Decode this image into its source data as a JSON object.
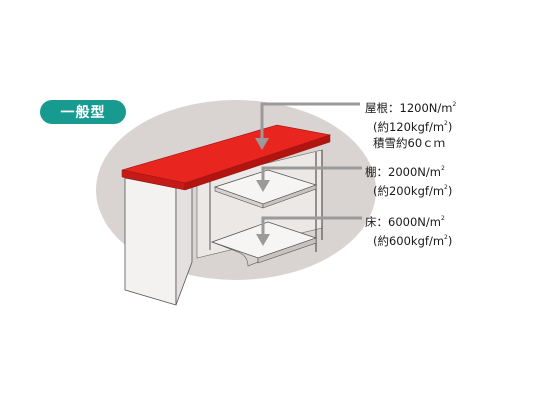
{
  "badge": {
    "label": "一般型"
  },
  "loads": {
    "roof": {
      "line1_main": "屋根：1200N/m",
      "line1_sup": "2",
      "line2_main": "(約120kgf/m",
      "line2_sup": "2",
      "line2_end": ")",
      "line3": "積雪約60ｃｍ"
    },
    "shelf": {
      "line1_main": "棚：2000N/m",
      "line1_sup": "2",
      "line2_main": "(約200kgf/m",
      "line2_sup": "2",
      "line2_end": ")"
    },
    "floor": {
      "line1_main": "床：6000N/m",
      "line1_sup": "2",
      "line2_main": "(約600kgf/m",
      "line2_sup": "2",
      "line2_end": ")"
    }
  },
  "colors": {
    "roof": "#e8261f",
    "roof_side": "#c51a15",
    "ellipse": "#d9d4d2",
    "arrow": "#9a9a9a",
    "badge": "#179a8f"
  }
}
